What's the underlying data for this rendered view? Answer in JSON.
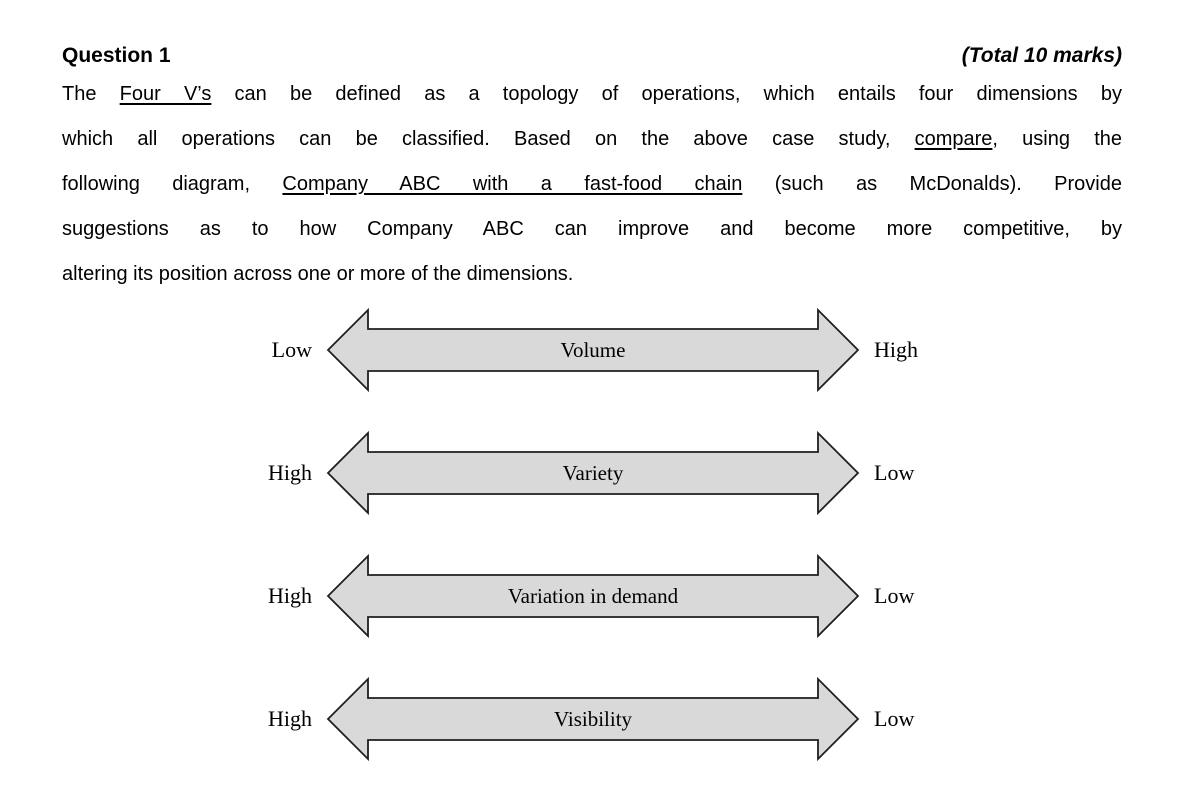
{
  "header": {
    "title": "Question 1",
    "marks": "(Total 10 marks)"
  },
  "paragraph": {
    "lines": [
      {
        "justify": true,
        "segments": [
          {
            "text": "The ",
            "underline": false
          },
          {
            "text": "Four V’s",
            "underline": true
          },
          {
            "text": " can be defined as a topology of operations, which entails four dimensions by",
            "underline": false
          }
        ]
      },
      {
        "justify": true,
        "segments": [
          {
            "text": "which all operations can be classified. Based on the above case study, ",
            "underline": false
          },
          {
            "text": "compare",
            "underline": true
          },
          {
            "text": ", using the",
            "underline": false
          }
        ]
      },
      {
        "justify": true,
        "segments": [
          {
            "text": "following diagram, ",
            "underline": false
          },
          {
            "text": "Company ABC with a fast-food chain",
            "underline": true
          },
          {
            "text": " (such as McDonalds). Provide",
            "underline": false
          }
        ]
      },
      {
        "justify": true,
        "segments": [
          {
            "text": "suggestions as to how Company ABC can improve and become more competitive, by",
            "underline": false
          }
        ]
      },
      {
        "justify": false,
        "segments": [
          {
            "text": "altering its position across one or more of the dimensions.",
            "underline": false
          }
        ]
      }
    ]
  },
  "diagram": {
    "arrow_fill": "#d9d9d9",
    "arrow_stroke": "#1f1f1f",
    "rows": [
      {
        "left": "Low",
        "label": "Volume",
        "right": "High"
      },
      {
        "left": "High",
        "label": "Variety",
        "right": "Low"
      },
      {
        "left": "High",
        "label": "Variation in demand",
        "right": "Low"
      },
      {
        "left": "High",
        "label": "Visibility",
        "right": "Low"
      }
    ]
  }
}
